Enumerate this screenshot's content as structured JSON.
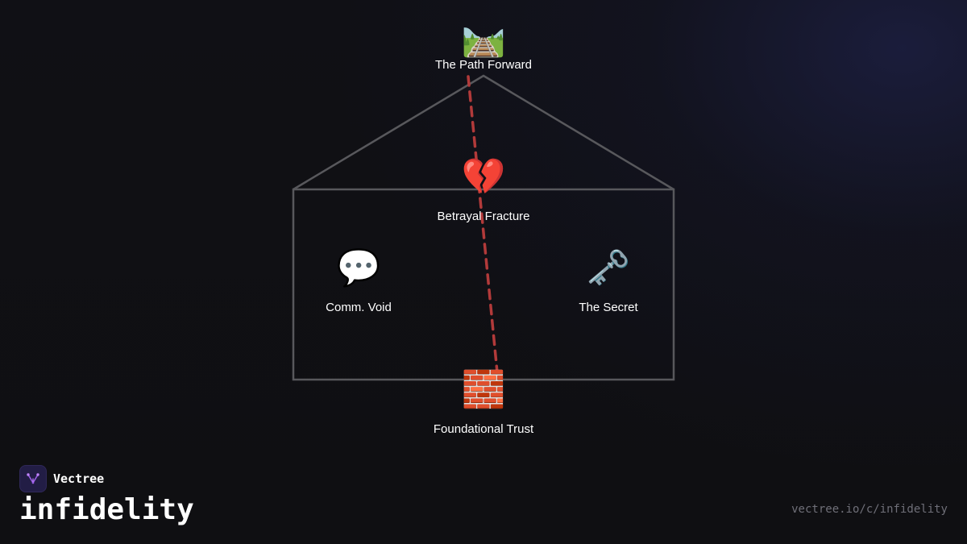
{
  "diagram": {
    "nodes": [
      {
        "id": "path-forward",
        "label": "The Path Forward",
        "icon": "railway-track-icon",
        "glyph": "🛤️"
      },
      {
        "id": "betrayal-fracture",
        "label": "Betrayal Fracture",
        "icon": "broken-heart-icon",
        "glyph": "💔"
      },
      {
        "id": "comm-void",
        "label": "Comm. Void",
        "icon": "speech-bubble-icon",
        "glyph": "💬"
      },
      {
        "id": "the-secret",
        "label": "The Secret",
        "icon": "old-key-icon",
        "glyph": "🗝️"
      },
      {
        "id": "foundational-trust",
        "label": "Foundational Trust",
        "icon": "brick-icon",
        "glyph": "🧱"
      }
    ],
    "colors": {
      "house_outline": "#58585c",
      "crack_line": "#b23a3a"
    }
  },
  "brand": {
    "name": "Vectree",
    "logo_icon": "vectree-logo-icon",
    "accent": "#9b5de5"
  },
  "topic": {
    "title": "infidelity"
  },
  "footer": {
    "url": "vectree.io/c/infidelity"
  }
}
